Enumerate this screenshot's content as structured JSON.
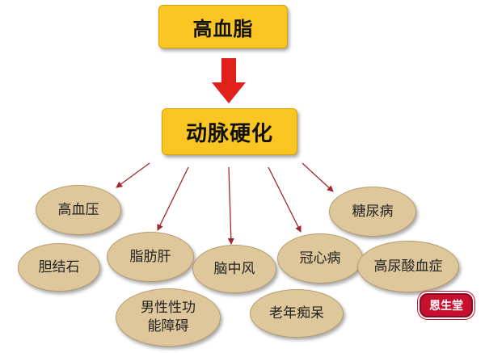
{
  "top_box": {
    "label": "高血脂"
  },
  "middle_box": {
    "label": "动脉硬化"
  },
  "diseases": [
    {
      "label": "高血压"
    },
    {
      "label": "胆结石"
    },
    {
      "label": "脂肪肝"
    },
    {
      "label": "男性性功\n能障碍"
    },
    {
      "label": "脑中风"
    },
    {
      "label": "冠心病"
    },
    {
      "label": "老年痴呆"
    },
    {
      "label": "糖尿病"
    },
    {
      "label": "高尿酸血症"
    }
  ],
  "logo": {
    "text": "恩生堂"
  },
  "colors": {
    "box_fill": "#f9c522",
    "ellipse_fill": "#dfc79c",
    "main_arrow": "#e0201b",
    "branch_arrow": "#a0262e"
  }
}
